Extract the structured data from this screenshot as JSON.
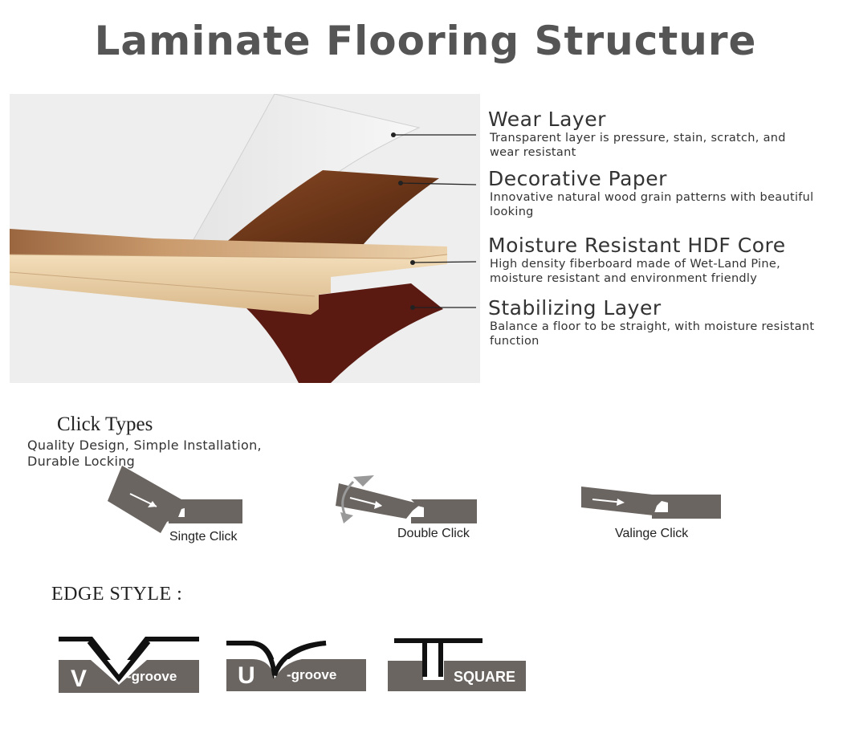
{
  "title": "Laminate Flooring Structure",
  "illustration": {
    "tagline_line1": "Quality Design, Simple Installation,",
    "tagline_line2": "Durable Locking"
  },
  "layers": [
    {
      "name": "Wear Layer",
      "desc_line1": "Transparent layer is pressure, stain, scratch, and",
      "desc_line2": "wear resistant"
    },
    {
      "name": "Decorative Paper",
      "desc_line1": "Innovative natural wood grain patterns with beautiful",
      "desc_line2": "looking"
    },
    {
      "name": "Moisture Resistant HDF Core",
      "desc_line1": "High density fiberboard made of Wet-Land Pine,",
      "desc_line2": "moisture resistant and environment friendly"
    },
    {
      "name": "Stabilizing Layer",
      "desc_line1": "Balance a floor to be straight, with moisture resistant",
      "desc_line2": "function"
    }
  ],
  "click_types": {
    "heading": "Click Types",
    "items": [
      {
        "label": "Singte Click"
      },
      {
        "label": "Double Click"
      },
      {
        "label": "Valinge Click"
      }
    ]
  },
  "edge_style": {
    "heading": "EDGE STYLE :",
    "items": [
      {
        "letter": "V",
        "text": "-groove"
      },
      {
        "letter": "U",
        "text": "-groove"
      },
      {
        "letter": "",
        "text": "SQUARE"
      }
    ]
  },
  "colors": {
    "board_gray": "#6b6561",
    "title_gray": "#555555",
    "wood_dark": "#6a3a1f",
    "hdf": "#e8c9a0",
    "stabilizer": "#5a1a12"
  }
}
